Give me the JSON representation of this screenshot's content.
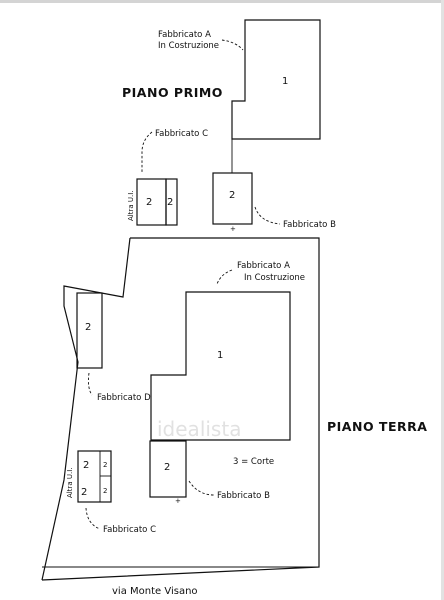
{
  "labels": {
    "fabbricato_a_top": "Fabbricato A",
    "in_costruzione_top": "In Costruzione",
    "piano_primo": "PIANO PRIMO",
    "fabbricato_c_top": "Fabbricato C",
    "altra_ui_top": "Altra U.I.",
    "fabbricato_b_top": "Fabbricato B",
    "fabbricato_a_mid": "Fabbricato A",
    "in_costruzione_mid": "In Costruzione",
    "fabbricato_d": "Fabbricato D",
    "piano_terra": "PIANO TERRA",
    "corte": "3 = Corte",
    "altra_ui_bottom": "Altra U.I.",
    "fabbricato_b_bottom": "Fabbricato B",
    "fabbricato_c_bottom": "Fabbricato C",
    "street": "via Monte Visano"
  },
  "numbers": {
    "a_top": "1",
    "b_top": "2",
    "c_top_main": "2",
    "c_top_small": "2",
    "d": "2",
    "a_mid": "1",
    "b_mid": "2",
    "c_bot_1": "2",
    "c_bot_2": "2",
    "c_bot_3": "2",
    "c_bot_4": "2"
  },
  "watermark": "idealista"
}
